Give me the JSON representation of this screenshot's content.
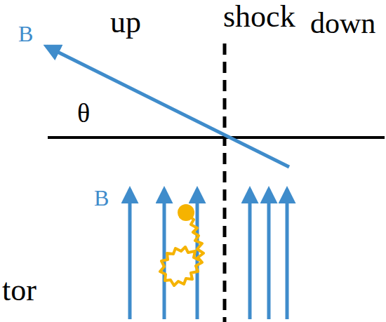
{
  "diagram": {
    "labels": [
      "B",
      "up",
      "shock",
      "down",
      "θ",
      "B",
      "tor"
    ]
  }
}
